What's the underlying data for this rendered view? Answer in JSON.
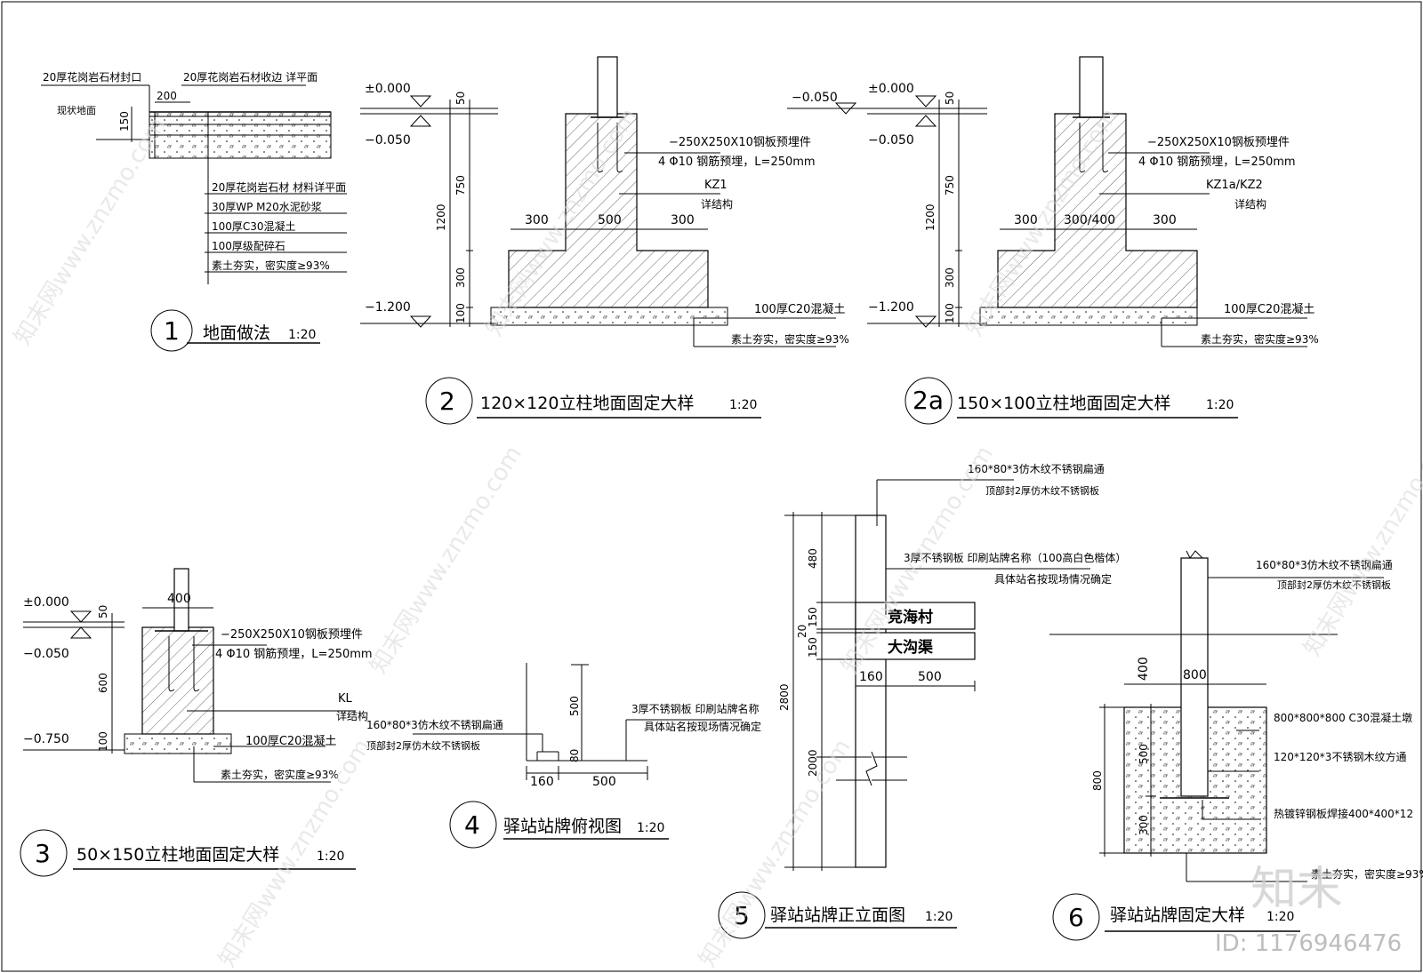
{
  "watermark": {
    "text": "知末网www.znzmo.com",
    "logo": "知末",
    "id": "ID: 1176946476"
  },
  "d1": {
    "num": "1",
    "title": "地面做法",
    "scale": "1:20",
    "top1": "20厚花岗岩石材封口",
    "top2": "20厚花岗岩石材收边  详平面",
    "ground": "现状地面",
    "dim200": "200",
    "dim150": "150",
    "layers": [
      "20厚花岗岩石材  材料详平面",
      "30厚WP  M20水泥砂浆",
      "100厚C30混凝土",
      "100厚级配碎石",
      "素土夯实，密实度≥93%"
    ]
  },
  "d2": {
    "num": "2",
    "title": "120×120立柱地面固定大样",
    "scale": "1:20",
    "el0": "±0.000",
    "el1": "−0.050",
    "el2": "−1.200",
    "dim50": "50",
    "dim750": "750",
    "dim1200": "1200",
    "dim300": "300",
    "dim100": "100",
    "w1": "300",
    "w2": "500",
    "w3": "300",
    "plate": "−250X250X10钢板预埋件",
    "bar": "4 Φ10 钢筋预埋，L=250mm",
    "col": "KZ1",
    "struct": "详结构",
    "base": "100厚C20混凝土",
    "soil": "素土夯实，密实度≥93%"
  },
  "d2a": {
    "num": "2a",
    "title": "150×100立柱地面固定大样",
    "scale": "1:20",
    "el_top": "−0.050",
    "el0": "±0.000",
    "el1": "−0.050",
    "el2": "−1.200",
    "dim50": "50",
    "dim750": "750",
    "dim1200": "1200",
    "dim300": "300",
    "dim100": "100",
    "w1": "300",
    "w2": "300/400",
    "w3": "300",
    "plate": "−250X250X10钢板预埋件",
    "bar": "4 Φ10 钢筋预埋，L=250mm",
    "col": "KZ1a/KZ2",
    "struct": "详结构",
    "base": "100厚C20混凝土",
    "soil": "素土夯实，密实度≥93%"
  },
  "d3": {
    "num": "3",
    "title": "50×150立柱地面固定大样",
    "scale": "1:20",
    "el0": "±0.000",
    "el1": "−0.050",
    "el2": "−0.750",
    "dim50": "50",
    "dim600": "600",
    "dim100": "100",
    "w": "400",
    "plate": "−250X250X10钢板预埋件",
    "bar": "4 Φ10 钢筋预埋，L=250mm",
    "col": "KL",
    "struct": "详结构",
    "base": "100厚C20混凝土",
    "soil": "素土夯实，密实度≥93%"
  },
  "d4": {
    "num": "4",
    "title": "驿站站牌俯视图",
    "scale": "1:20",
    "post1": "160*80*3仿木纹不锈钢扁通",
    "post2": "顶部封2厚仿木纹不锈钢板",
    "sign1": "3厚不锈钢板  印刷站牌名称",
    "sign2": "具体站名按现场情况确定",
    "dim500v": "500",
    "dim80": "80",
    "dim160": "160",
    "dim500": "500"
  },
  "d5": {
    "num": "5",
    "title": "驿站站牌正立面图",
    "scale": "1:20",
    "post1": "160*80*3仿木纹不锈钢扁通",
    "post2": "顶部封2厚仿木纹不锈钢板",
    "sign1": "3厚不锈钢板  印刷站牌名称（100高白色楷体）",
    "sign2": "具体站名按现场情况确定",
    "name1": "竞海村",
    "name2": "大沟渠",
    "dim480": "480",
    "dim150a": "150",
    "dim20": "20",
    "dim150b": "150",
    "dim2800": "2800",
    "dim2000": "2000",
    "w160": "160",
    "w500": "500"
  },
  "d6": {
    "num": "6",
    "title": "驿站站牌固定大样",
    "scale": "1:20",
    "post1": "160*80*3仿木纹不锈钢扁通",
    "post2": "顶部封2厚仿木纹不锈钢板",
    "dim400": "400",
    "dim800w": "800",
    "dim500": "500",
    "dim300": "300",
    "dim800h": "800",
    "pier": "800*800*800  C30混凝土墩",
    "tube": "120*120*3不锈钢木纹方通",
    "plate": "热镀锌钢板焊接400*400*12",
    "soil": "素土夯实，密实度≥93%"
  }
}
